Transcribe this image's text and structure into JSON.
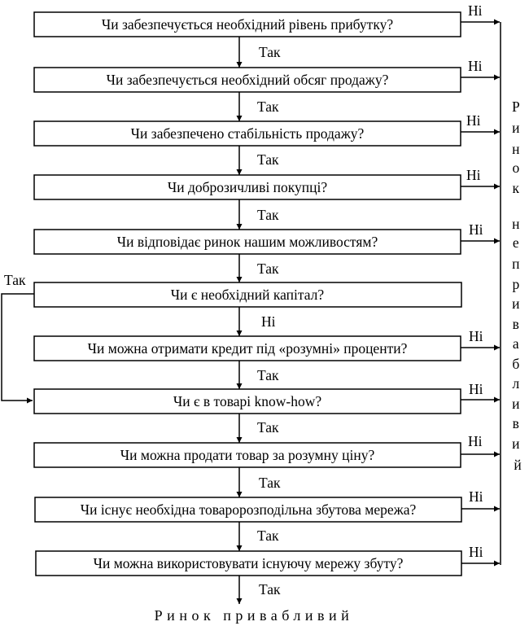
{
  "questions": [
    {
      "text": "Чи забезпечується необхідний рівень прибутку?",
      "no": "Ні",
      "down": "Так"
    },
    {
      "text": "Чи забезпечується необхідний обсяг продажу?",
      "no": "Ні",
      "down": "Так"
    },
    {
      "text": "Чи забезпечено стабільність продажу?",
      "no": "Ні",
      "down": "Так"
    },
    {
      "text": "Чи доброзичливі покупці?",
      "no": "Ні",
      "down": "Так"
    },
    {
      "text": "Чи відповідає ринок нашим можливостям?",
      "no": "Ні",
      "down": "Так"
    },
    {
      "text": "Чи є необхідний капітал?",
      "yes": "Так",
      "down": "Ні"
    },
    {
      "text": "Чи можна отримати кредит під «розумні» проценти?",
      "no": "Ні",
      "down": "Так"
    },
    {
      "text": "Чи є в товарі know-how?",
      "no": "Ні",
      "down": "Так"
    },
    {
      "text": "Чи можна продати товар за розумну ціну?",
      "no": "Ні",
      "down": "Так"
    },
    {
      "text": "Чи існує необхідна товаророзподільна збутова мережа?",
      "no": "Ні",
      "down": "Так"
    },
    {
      "text": "Чи можна використовувати існуючу мережу збуту?",
      "no": "Ні",
      "down": "Так"
    }
  ],
  "unattractive_label": "Ринок непривабливий",
  "attractive_label": "Ринок привабливий"
}
